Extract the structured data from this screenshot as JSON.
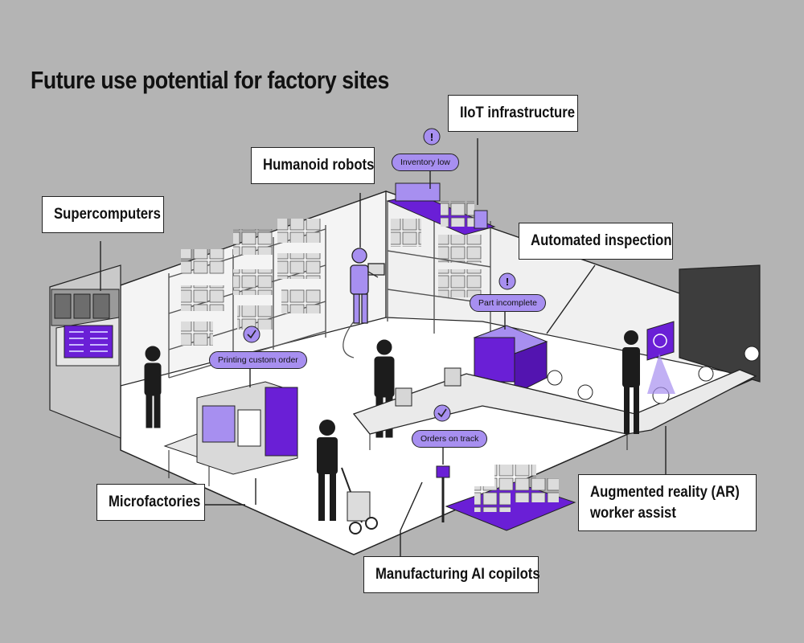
{
  "title": "Future use potential for factory sites",
  "labels": {
    "supercomputers": "Supercomputers",
    "humanoid_robots": "Humanoid robots",
    "iiot": "IIoT infrastructure",
    "automated_inspection": "Automated inspection",
    "microfactories": "Microfactories",
    "ar_line1": "Augmented reality (AR)",
    "ar_line2": "worker assist",
    "ai_copilots": "Manufacturing AI copilots"
  },
  "bubbles": {
    "inventory": "Inventory low",
    "printing": "Printing custom order",
    "part": "Part incomplete",
    "orders": "Orders on track"
  },
  "colors": {
    "background": "#b4b4b4",
    "floor": "#ffffff",
    "wall": "#f3f3f3",
    "accent": "#6a1fd6",
    "accent_light": "#a78ff0",
    "outline": "#222222"
  }
}
